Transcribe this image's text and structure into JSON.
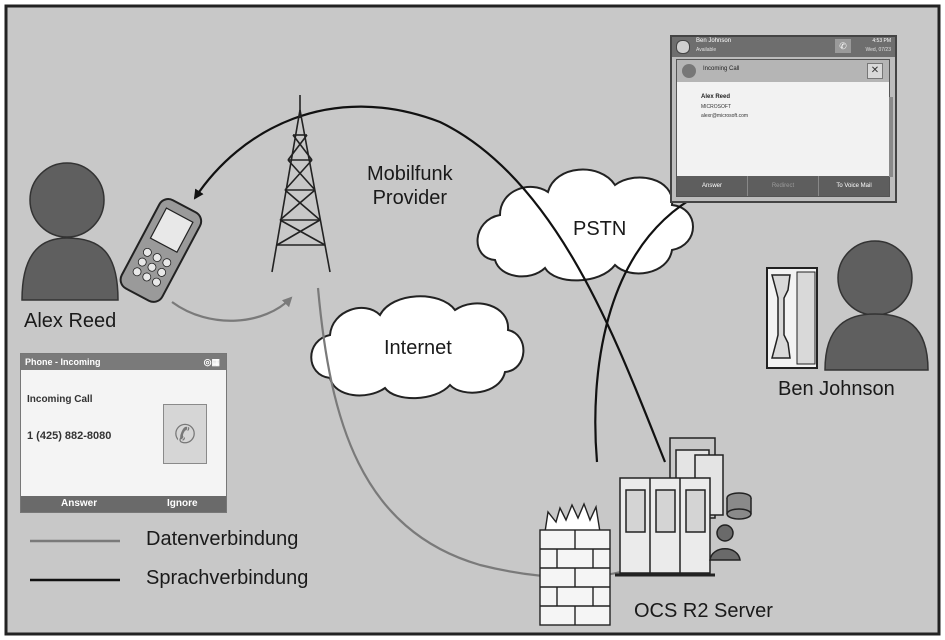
{
  "labels": {
    "mobile_provider": "Mobilfunk\nProvider",
    "pstn": "PSTN",
    "internet": "Internet",
    "alex": "Alex Reed",
    "ben": "Ben Johnson",
    "ocs": "OCS R2 Server"
  },
  "legend": {
    "data": "Datenverbindung",
    "voice": "Sprachverbindung"
  },
  "phone_screen": {
    "title": "Phone - Incoming",
    "incoming": "Incoming Call",
    "number": "1 (425) 882-8080",
    "answer": "Answer",
    "ignore": "Ignore"
  },
  "desktop_popup": {
    "user_name": "Ben Johnson",
    "user_status": "Available",
    "time": "4:53 PM",
    "date": "Wed, 07/23",
    "window_title": "Incoming Call",
    "caller": "Alex Reed",
    "company": "MICROSOFT",
    "email": "alexr@microsoft.com",
    "btn_answer": "Answer",
    "btn_redirect": "Redirect",
    "btn_voicemail": "To Voice Mail"
  },
  "colors": {
    "background": "#c8c8c8",
    "voice_line": "#111111",
    "data_line": "#7a7a7a",
    "person": "#5f5f5f"
  }
}
